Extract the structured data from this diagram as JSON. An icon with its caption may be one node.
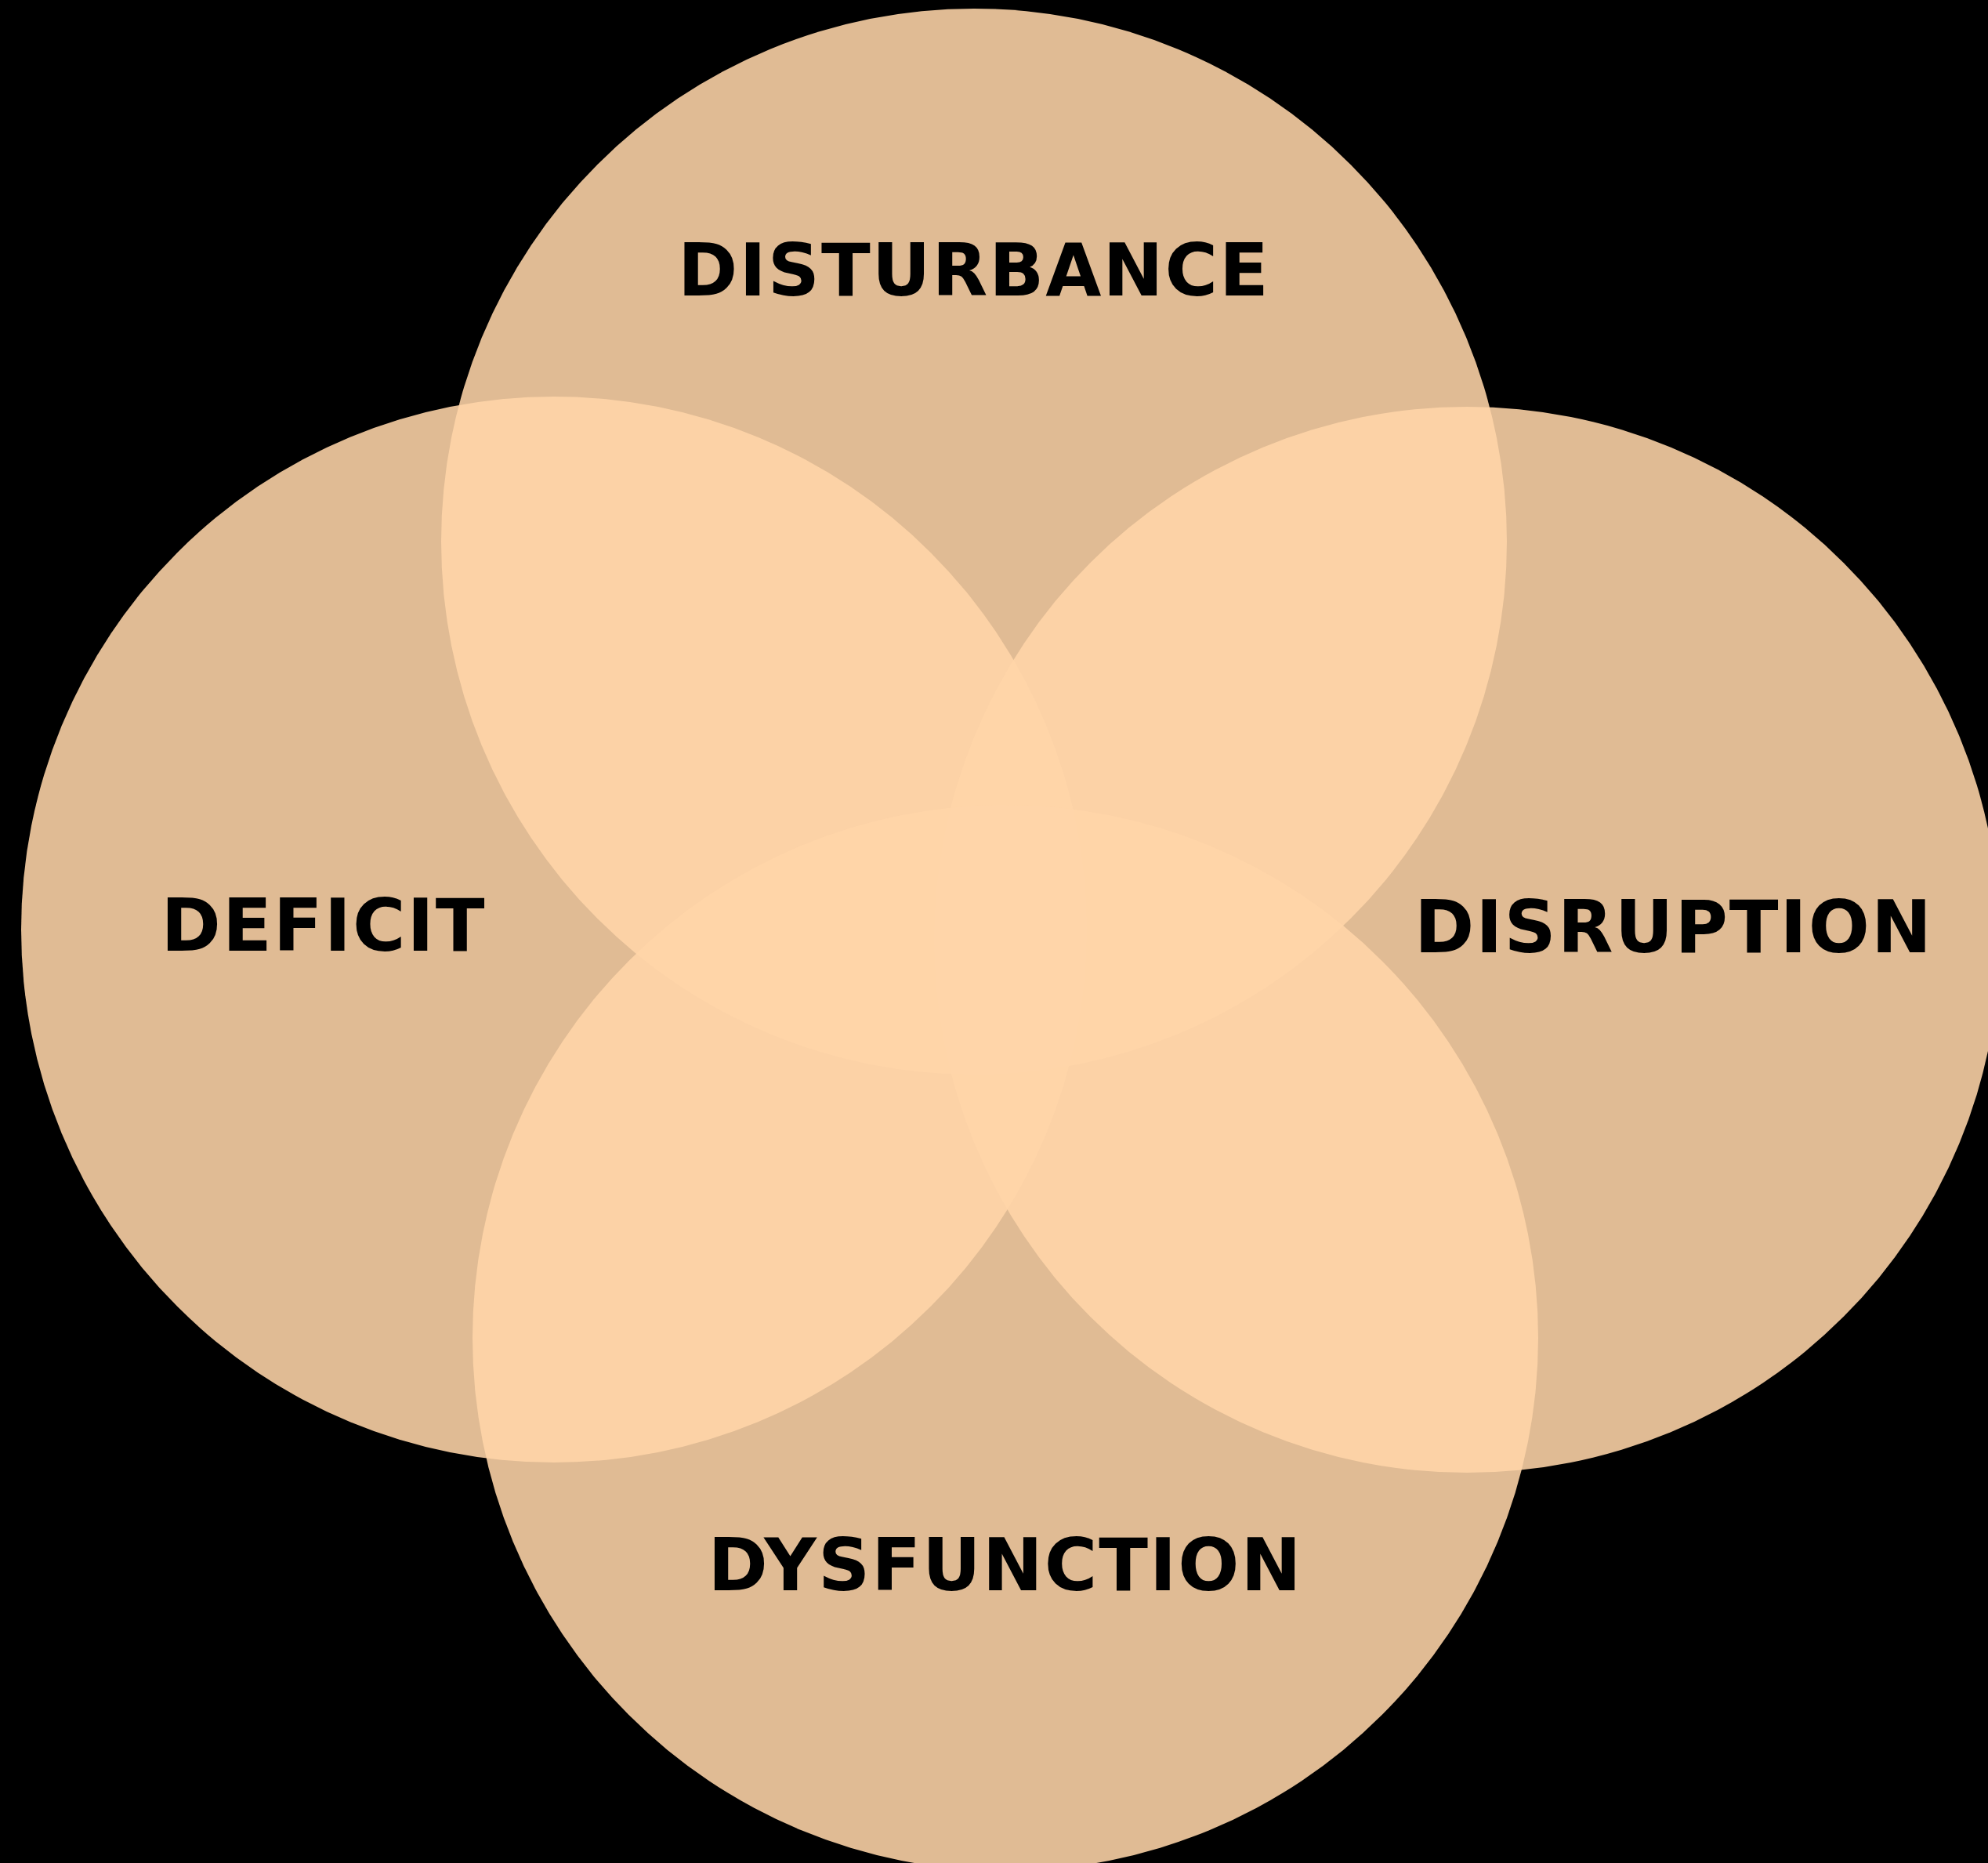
{
  "diagram": {
    "nodes": [
      {
        "text": [
          "DISTURBANCE"
        ]
      },
      {
        "text": [
          "DEFICIT"
        ]
      },
      {
        "text": [
          "DISRUPTION"
        ]
      },
      {
        "text": [
          "DYSFUNCTION"
        ]
      }
    ]
  }
}
